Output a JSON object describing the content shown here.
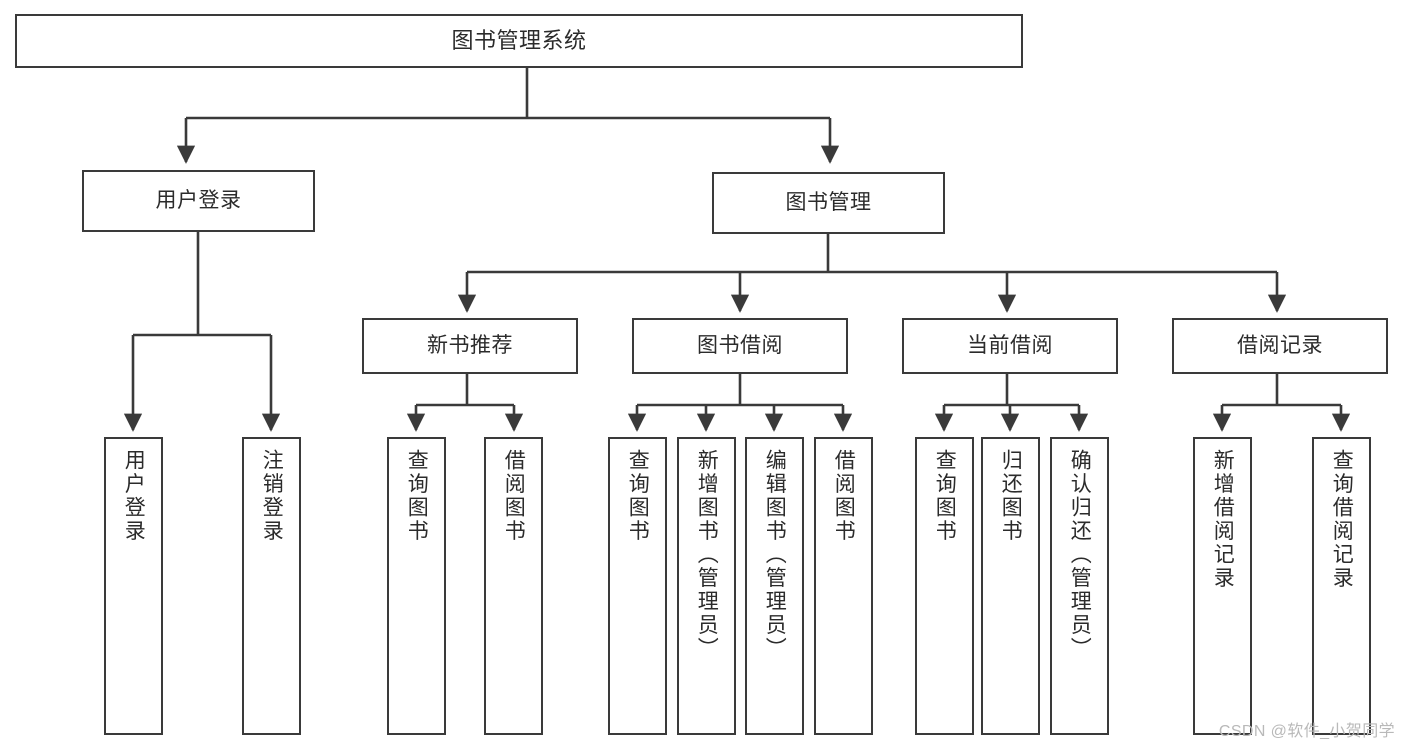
{
  "diagram": {
    "type": "tree",
    "title": "图书管理系统",
    "colors": {
      "stroke": "#3a3a3a",
      "fill": "#ffffff",
      "text": "#2b2b2b",
      "watermark": "#b9b9b9"
    },
    "levels": {
      "root": {
        "label": "图书管理系统"
      },
      "level2": [
        {
          "label": "用户登录"
        },
        {
          "label": "图书管理"
        }
      ],
      "level3": [
        {
          "label": "新书推荐"
        },
        {
          "label": "图书借阅"
        },
        {
          "label": "当前借阅"
        },
        {
          "label": "借阅记录"
        }
      ],
      "leaves": [
        {
          "label": "用户登录",
          "parent": "用户登录"
        },
        {
          "label": "注销登录",
          "parent": "用户登录"
        },
        {
          "label": "查询图书",
          "parent": "新书推荐"
        },
        {
          "label": "借阅图书",
          "parent": "新书推荐"
        },
        {
          "label": "查询图书",
          "parent": "图书借阅"
        },
        {
          "label": "新增图书（管理员）",
          "parent": "图书借阅"
        },
        {
          "label": "编辑图书（管理员）",
          "parent": "图书借阅"
        },
        {
          "label": "借阅图书",
          "parent": "图书借阅"
        },
        {
          "label": "查询图书",
          "parent": "当前借阅"
        },
        {
          "label": "归还图书",
          "parent": "当前借阅"
        },
        {
          "label": "确认归还（管理员）",
          "parent": "当前借阅"
        },
        {
          "label": "新增借阅记录",
          "parent": "借阅记录"
        },
        {
          "label": "查询借阅记录",
          "parent": "借阅记录"
        }
      ]
    }
  },
  "watermark": {
    "text": "CSDN @软件_小贺同学"
  }
}
